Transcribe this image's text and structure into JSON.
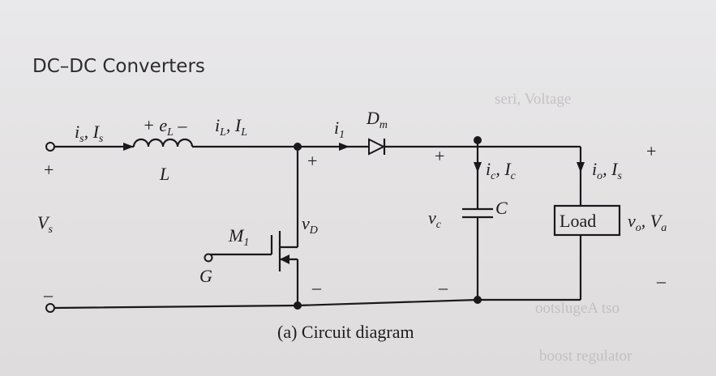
{
  "header": {
    "title": "DC–DC Converters"
  },
  "caption": "(a) Circuit diagram",
  "labels": {
    "is_Is": {
      "main1": "i",
      "sub1": "s",
      "sep": ", ",
      "main2": "I",
      "sub2": "s"
    },
    "plus_eL_minus": {
      "plus": "+ ",
      "main": "e",
      "sub": "L",
      "minus": " –"
    },
    "iL_IL": {
      "main1": "i",
      "sub1": "L",
      "sep": ", ",
      "main2": "I",
      "sub2": "L"
    },
    "i1": {
      "main": "i",
      "sub": "1"
    },
    "Dm": {
      "main": "D",
      "sub": "m"
    },
    "L": "L",
    "Vs": {
      "main": "V",
      "sub": "s"
    },
    "M1": {
      "main": "M",
      "sub": "1"
    },
    "G": "G",
    "vD": {
      "main": "v",
      "sub": "D"
    },
    "vc": {
      "main": "v",
      "sub": "c"
    },
    "ic_Ic": {
      "main1": "i",
      "sub1": "c",
      "sep": ", ",
      "main2": "I",
      "sub2": "c"
    },
    "C": "C",
    "io_Is": {
      "main1": "i",
      "sub1": "o",
      "sep": ", ",
      "main2": "I",
      "sub2": "s"
    },
    "load": "Load",
    "vo_Va": {
      "main1": "v",
      "sub1": "o",
      "sep": ", ",
      "main2": "V",
      "sub2": "a"
    },
    "plus": "+",
    "minus": "–"
  },
  "background_text": [
    "seri, Voltage",
    "ootslugeA tso",
    "boost regulator"
  ]
}
